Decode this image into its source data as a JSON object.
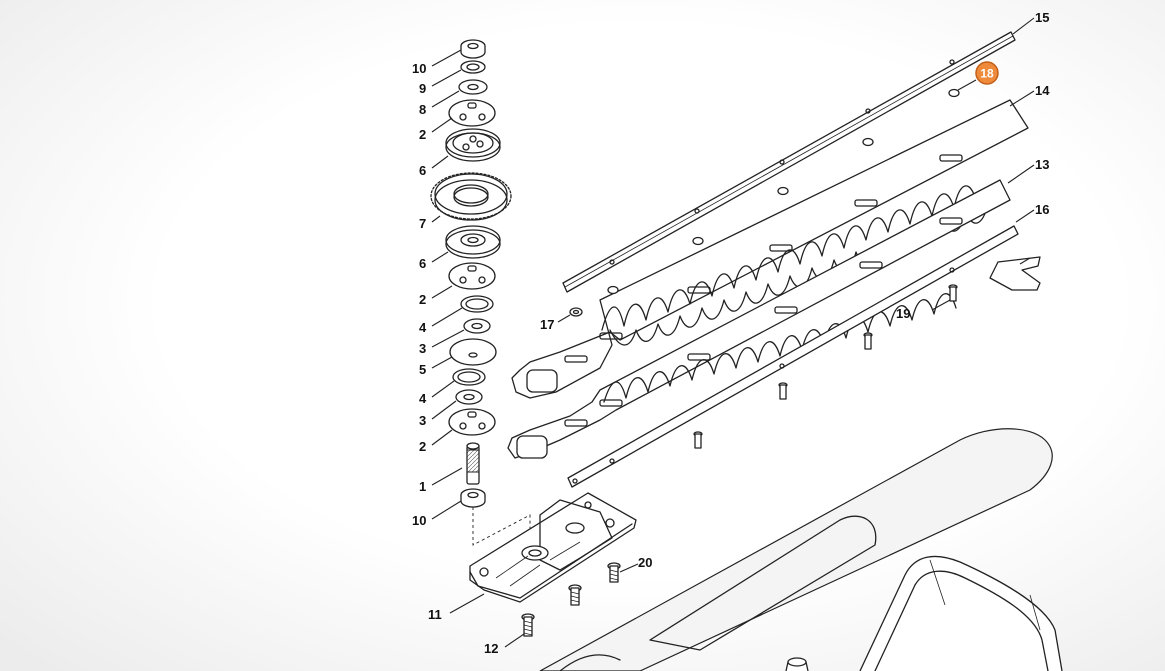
{
  "diagram": {
    "callouts": [
      {
        "id": "c10a",
        "text": "10"
      },
      {
        "id": "c9",
        "text": "9"
      },
      {
        "id": "c8",
        "text": "8"
      },
      {
        "id": "c2a",
        "text": "2"
      },
      {
        "id": "c6a",
        "text": "6"
      },
      {
        "id": "c7",
        "text": "7"
      },
      {
        "id": "c6b",
        "text": "6"
      },
      {
        "id": "c2b",
        "text": "2"
      },
      {
        "id": "c4a",
        "text": "4"
      },
      {
        "id": "c3a",
        "text": "3"
      },
      {
        "id": "c5",
        "text": "5"
      },
      {
        "id": "c4b",
        "text": "4"
      },
      {
        "id": "c3b",
        "text": "3"
      },
      {
        "id": "c2c",
        "text": "2"
      },
      {
        "id": "c1",
        "text": "1"
      },
      {
        "id": "c10b",
        "text": "10"
      },
      {
        "id": "c11",
        "text": "11"
      },
      {
        "id": "c12",
        "text": "12"
      },
      {
        "id": "c20",
        "text": "20"
      },
      {
        "id": "c17",
        "text": "17"
      },
      {
        "id": "c15",
        "text": "15"
      },
      {
        "id": "c14",
        "text": "14"
      },
      {
        "id": "c13",
        "text": "13"
      },
      {
        "id": "c16",
        "text": "16"
      },
      {
        "id": "c19",
        "text": "19"
      }
    ],
    "highlighted": {
      "text": "18",
      "color": "#ee8a3a"
    }
  }
}
